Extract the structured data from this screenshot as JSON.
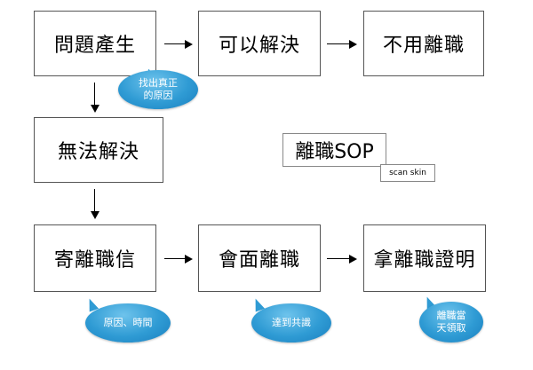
{
  "boxes": {
    "problem_occurs": "問題產生",
    "can_solve": "可以解決",
    "no_resign": "不用離職",
    "cannot_solve": "無法解決",
    "send_resignation": "寄離職信",
    "interview_resign": "會面離職",
    "get_certificate": "拿離職證明"
  },
  "bubbles": {
    "find_cause": [
      "找出真正",
      "的原因"
    ],
    "reason_time": "原因、時間",
    "reach_consensus": "達到共識",
    "same_day_get": [
      "離職當",
      "天領取"
    ]
  },
  "label": {
    "sop_title": "離職SOP",
    "sop_caption": "scan skin"
  },
  "colors": {
    "bubble": "#2f9bd4",
    "box_border": "#555555"
  }
}
